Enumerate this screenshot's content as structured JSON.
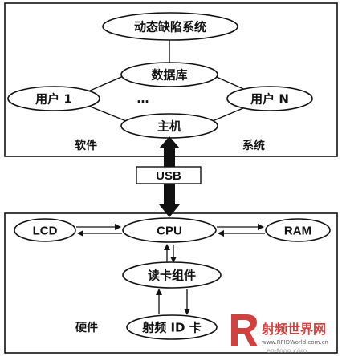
{
  "software_zone": {
    "label_left": "软件",
    "label_right": "系统"
  },
  "hardware_zone": {
    "label": "硬件"
  },
  "nodes": {
    "dynamic_system": "动态缺陷系统",
    "database": "数据库",
    "user1": "用户 1",
    "userN": "用户 N",
    "ellipsis": "…",
    "host": "主机",
    "usb": "USB",
    "cpu": "CPU",
    "lcd": "LCD",
    "ram": "RAM",
    "card_reader": "读卡组件",
    "rfid_card": "射频 ID 卡"
  },
  "watermark": {
    "text": "射频世界网",
    "url": "www.RFIDWorld.com.cn",
    "corner": "en-toon.com"
  },
  "colors": {
    "stroke": "#111111",
    "background": "#ffffff",
    "watermark_red": "#c8201e"
  }
}
